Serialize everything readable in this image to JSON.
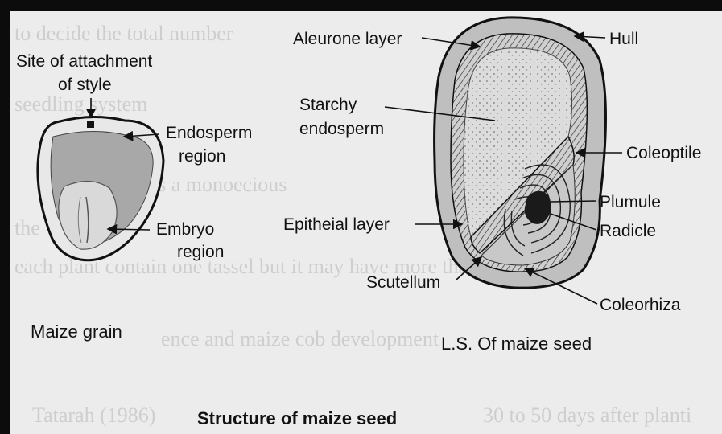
{
  "figure": {
    "title": "Structure of maize seed",
    "left_caption": "Maize grain",
    "right_caption": "L.S. Of maize seed"
  },
  "grain_labels": {
    "attachment_line1": "Site of attachment",
    "attachment_line2": "of style",
    "endosperm_line1": "Endosperm",
    "endosperm_line2": "region",
    "embryo_line1": "Embryo",
    "embryo_line2": "region"
  },
  "seed_labels": {
    "aleurone": "Aleurone layer",
    "hull": "Hull",
    "starchy_line1": "Starchy",
    "starchy_line2": "endosperm",
    "coleoptile": "Coleoptile",
    "plumule": "Plumule",
    "epithelial": "Epitheial layer",
    "radicle": "Radicle",
    "scutellum": "Scutellum",
    "coleorhiza": "Coleorhiza"
  },
  "bleed_text": {
    "line1": "to decide the total number",
    "line2": "seedling system",
    "line3": "ally, maize is a monoecious",
    "line4": "the",
    "line5": "each plant contain one tassel but it may have more than one co",
    "line6": "ence and maize cob development",
    "line7": "Tatarah (1986)",
    "line8": "30 to 50 days after planti"
  },
  "colors": {
    "frame": "#0c0c0c",
    "paper": "#ececec",
    "seed_fill": "#d2d2d2",
    "ink": "#111111"
  }
}
